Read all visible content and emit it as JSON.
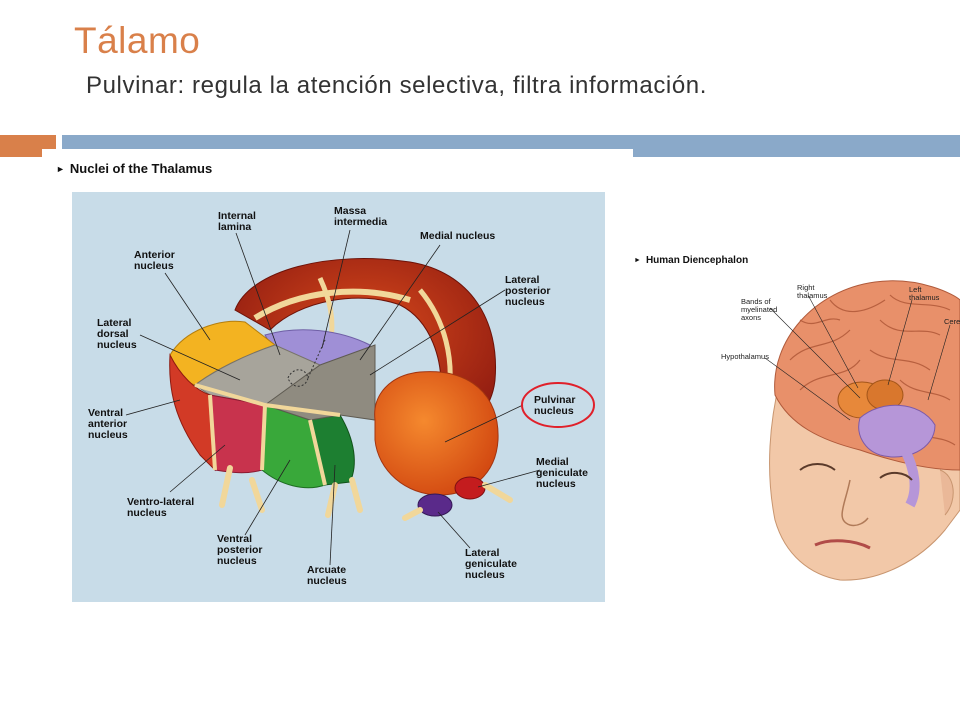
{
  "slide": {
    "title": "Tálamo",
    "subtitle": "Pulvinar: regula la atención selectiva, filtra información."
  },
  "figure_left": {
    "heading": "Nuclei of the Thalamus",
    "labels": {
      "internal_lamina": "Internal\nlamina",
      "massa_intermedia": "Massa\nintermedia",
      "medial_nucleus": "Medial nucleus",
      "anterior_nucleus": "Anterior\nnucleus",
      "lateral_posterior": "Lateral\nposterior\nnucleus",
      "lateral_dorsal": "Lateral\ndorsal\nnucleus",
      "pulvinar": "Pulvinar\nnucleus",
      "ventral_anterior": "Ventral\nanterior\nnucleus",
      "medial_geniculate": "Medial\ngeniculate\nnucleus",
      "ventro_lateral": "Ventro-lateral\nnucleus",
      "ventral_posterior": "Ventral\nposterior\nnucleus",
      "arcuate": "Arcuate\nnucleus",
      "lateral_geniculate": "Lateral\ngeniculate\nnucleus"
    }
  },
  "figure_right": {
    "heading": "Human Diencephalon",
    "labels": {
      "right_thalamus": "Right\nthalamus",
      "left_thalamus": "Left\nthalamus",
      "bands": "Bands of\nmyelinated\naxons",
      "hypothalamus": "Hypothalamus",
      "cere": "Cere"
    }
  },
  "colors": {
    "accent_orange": "#d9804a",
    "accent_blue": "#8aa9c9",
    "panel_bg": "#c8dce8",
    "highlight_circle": "#e0202a"
  }
}
